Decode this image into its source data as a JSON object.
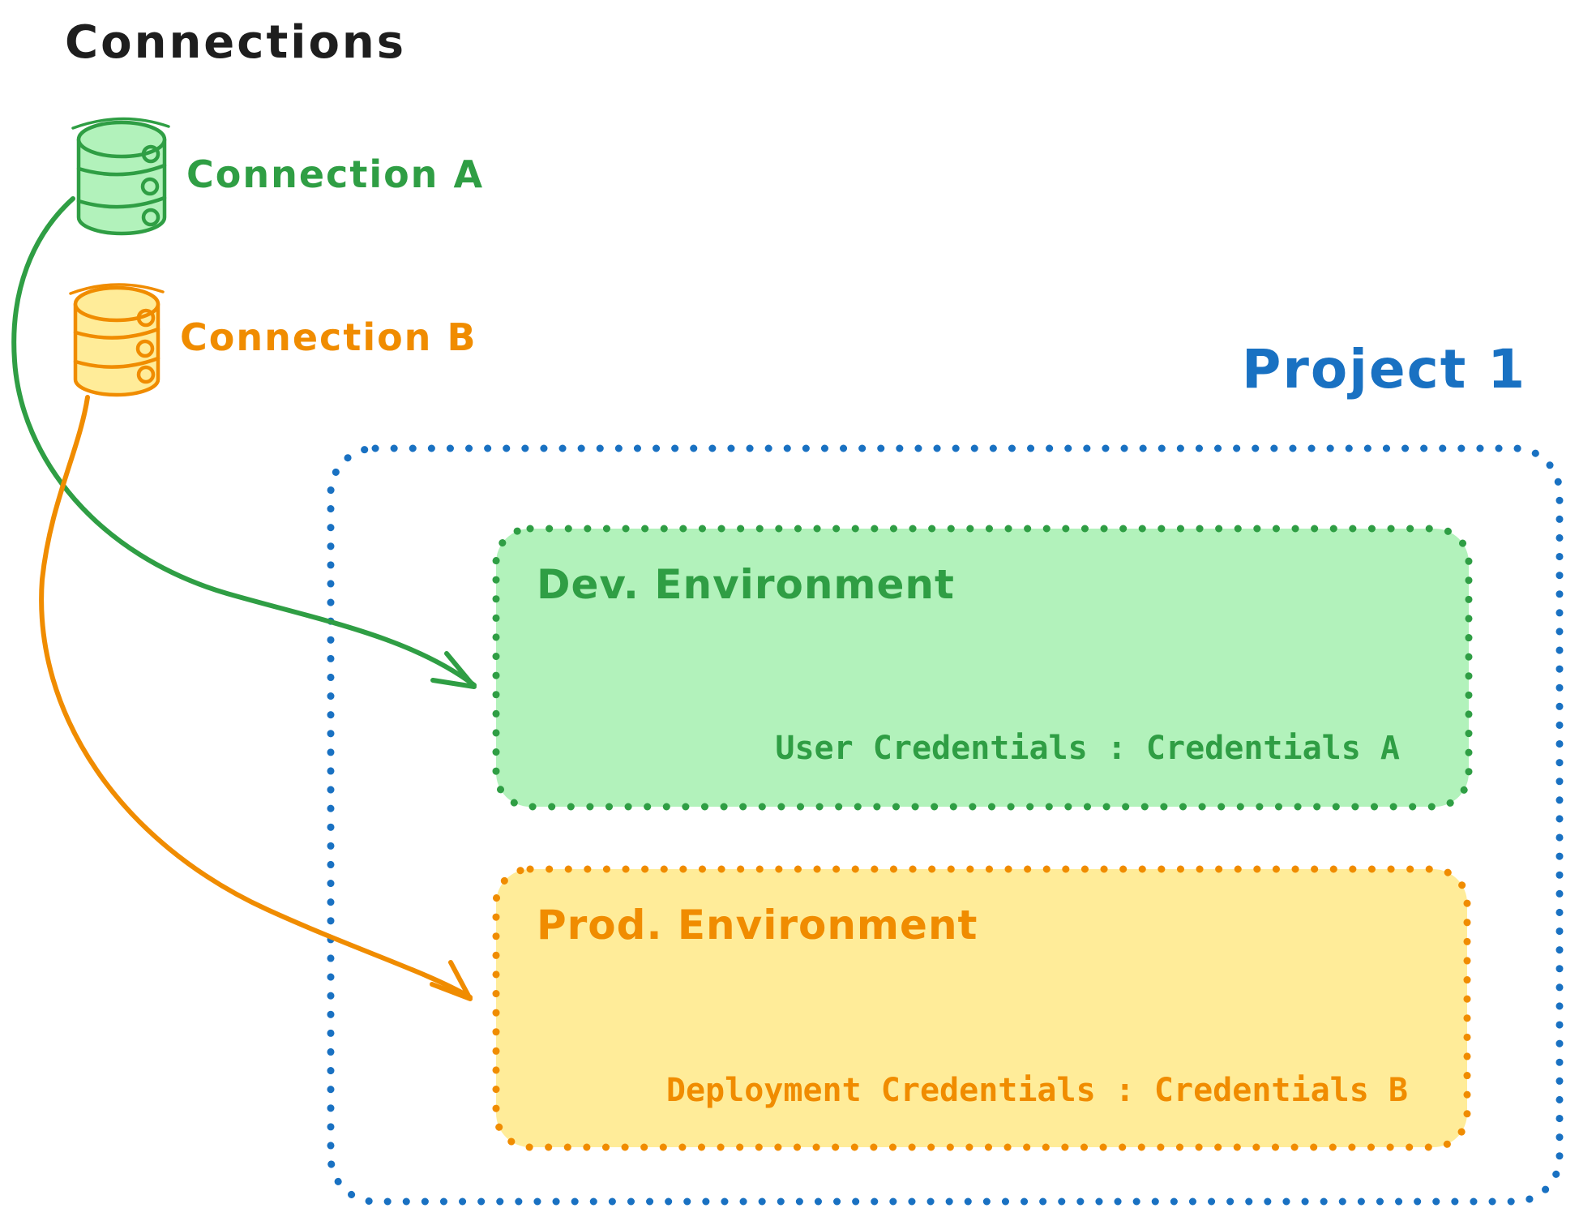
{
  "colors": {
    "black": "#1e1e1e",
    "green": "#2f9e44",
    "green_fill": "#b2f2bb",
    "orange": "#f08c00",
    "orange_fill": "#ffec99",
    "blue": "#1971c2",
    "background": "#ffffff"
  },
  "header": {
    "title": "Connections"
  },
  "connections": [
    {
      "label": "Connection A",
      "icon": "database-icon",
      "color": "#2f9e44",
      "fill": "#b2f2bb"
    },
    {
      "label": "Connection B",
      "icon": "database-icon",
      "color": "#f08c00",
      "fill": "#ffec99"
    }
  ],
  "project": {
    "title": "Project 1",
    "color": "#1971c2",
    "environments": [
      {
        "title": "Dev. Environment",
        "credentials_label": "User Credentials : Credentials A",
        "color": "#2f9e44",
        "fill": "#b2f2bb"
      },
      {
        "title": "Prod. Environment",
        "credentials_label": "Deployment Credentials : Credentials B",
        "color": "#f08c00",
        "fill": "#ffec99"
      }
    ]
  },
  "arrows": [
    {
      "from": "Connection A",
      "to": "Dev. Environment",
      "color": "#2f9e44"
    },
    {
      "from": "Connection B",
      "to": "Prod. Environment",
      "color": "#f08c00"
    }
  ]
}
